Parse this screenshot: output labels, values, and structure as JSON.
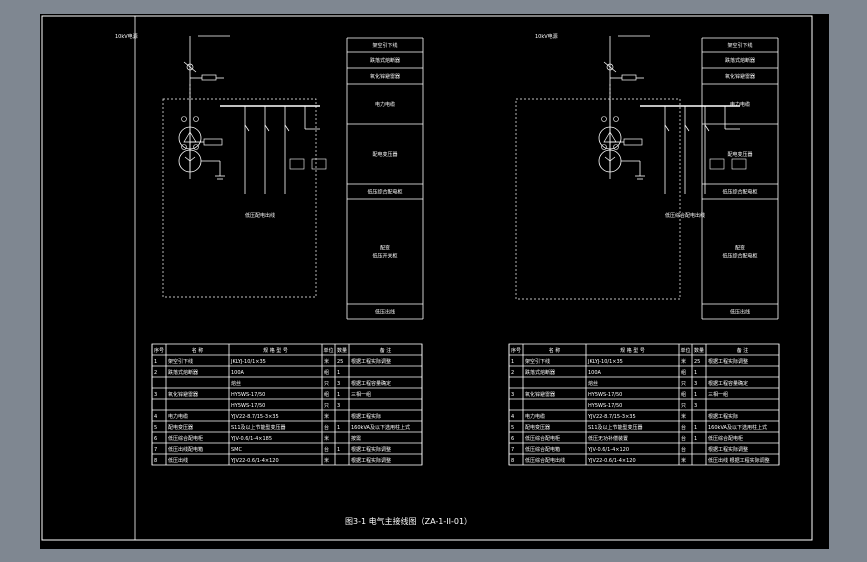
{
  "caption": "图3-1 电气主接线图（ZA-1-II-01）",
  "left": {
    "source_label": "10kV电源",
    "bus_label": "低压配电出线",
    "side_labels": [
      "架空引下线",
      "跌落式熔断器",
      "氧化锌避雷器",
      "电力电缆",
      "配电变压器",
      "低压综合配电柜",
      "配变\n低压开关柜",
      "低压出线"
    ],
    "table": {
      "headers": [
        "序号",
        "名 称",
        "规 格 型 号",
        "单位",
        "数量",
        "备 注"
      ],
      "rows": [
        [
          "1",
          "架空引下线",
          "JKLYJ-10/1×35",
          "米",
          "25",
          "根据工程实际调整"
        ],
        [
          "2",
          "跌落式熔断器",
          "100A",
          "组",
          "1",
          ""
        ],
        [
          "",
          "",
          "熔丝",
          "只",
          "3",
          "根据工程容量确定"
        ],
        [
          "3",
          "氧化锌避雷器",
          "HY5WS-17/50",
          "组",
          "1",
          "三相一组"
        ],
        [
          "",
          "",
          "HY5WS-17/50",
          "只",
          "3",
          ""
        ],
        [
          "4",
          "电力电缆",
          "YJV22-8.7/15-3×35",
          "米",
          "",
          "根据工程实际"
        ],
        [
          "5",
          "配电变压器",
          "S11及以上节能型变压器",
          "台",
          "1",
          "160kVA及以下选用柱上式"
        ],
        [
          "6",
          "低压综合配电柜",
          "YJV-0.6/1-4×185",
          "米",
          "",
          "按需"
        ],
        [
          "7",
          "低压出线配电箱",
          "SMC",
          "台",
          "1",
          "根据工程实际调整"
        ],
        [
          "8",
          "低压出线",
          "YJV22-0.6/1-4×120",
          "米",
          "",
          "根据工程实际调整"
        ]
      ]
    }
  },
  "right": {
    "source_label": "10kV电源",
    "bus_label": "低压综合配电出线",
    "side_labels": [
      "架空引下线",
      "跌落式熔断器",
      "氧化锌避雷器",
      "电力电缆",
      "配电变压器",
      "低压综合配电柜",
      "配变\n低压综合配电柜",
      "低压出线"
    ],
    "table": {
      "headers": [
        "序号",
        "名 称",
        "规 格 型 号",
        "单位",
        "数量",
        "备 注"
      ],
      "rows": [
        [
          "1",
          "架空引下线",
          "JKLYJ-10/1×35",
          "米",
          "25",
          "根据工程实际调整"
        ],
        [
          "2",
          "跌落式熔断器",
          "100A",
          "组",
          "1",
          ""
        ],
        [
          "",
          "",
          "熔丝",
          "只",
          "3",
          "根据工程容量确定"
        ],
        [
          "3",
          "氧化锌避雷器",
          "HY5WS-17/50",
          "组",
          "1",
          "三相一组"
        ],
        [
          "",
          "",
          "HY5WS-17/50",
          "只",
          "3",
          ""
        ],
        [
          "4",
          "电力电缆",
          "YJV22-8.7/15-3×35",
          "米",
          "",
          "根据工程实际"
        ],
        [
          "5",
          "配电变压器",
          "S11及以上节能型变压器",
          "台",
          "1",
          "160kVA及以下选用柱上式"
        ],
        [
          "6",
          "低压综合配电柜",
          "低压无功补偿装置",
          "台",
          "1",
          "低压综合配电柜"
        ],
        [
          "7",
          "低压综合配电箱",
          "YJV-0.6/1-4×120",
          "台",
          "",
          "根据工程实际调整"
        ],
        [
          "8",
          "低压综合配电出线",
          "YJV22-0.6/1-4×120",
          "米",
          "",
          "低压出线 根据工程实际调整"
        ]
      ]
    }
  }
}
